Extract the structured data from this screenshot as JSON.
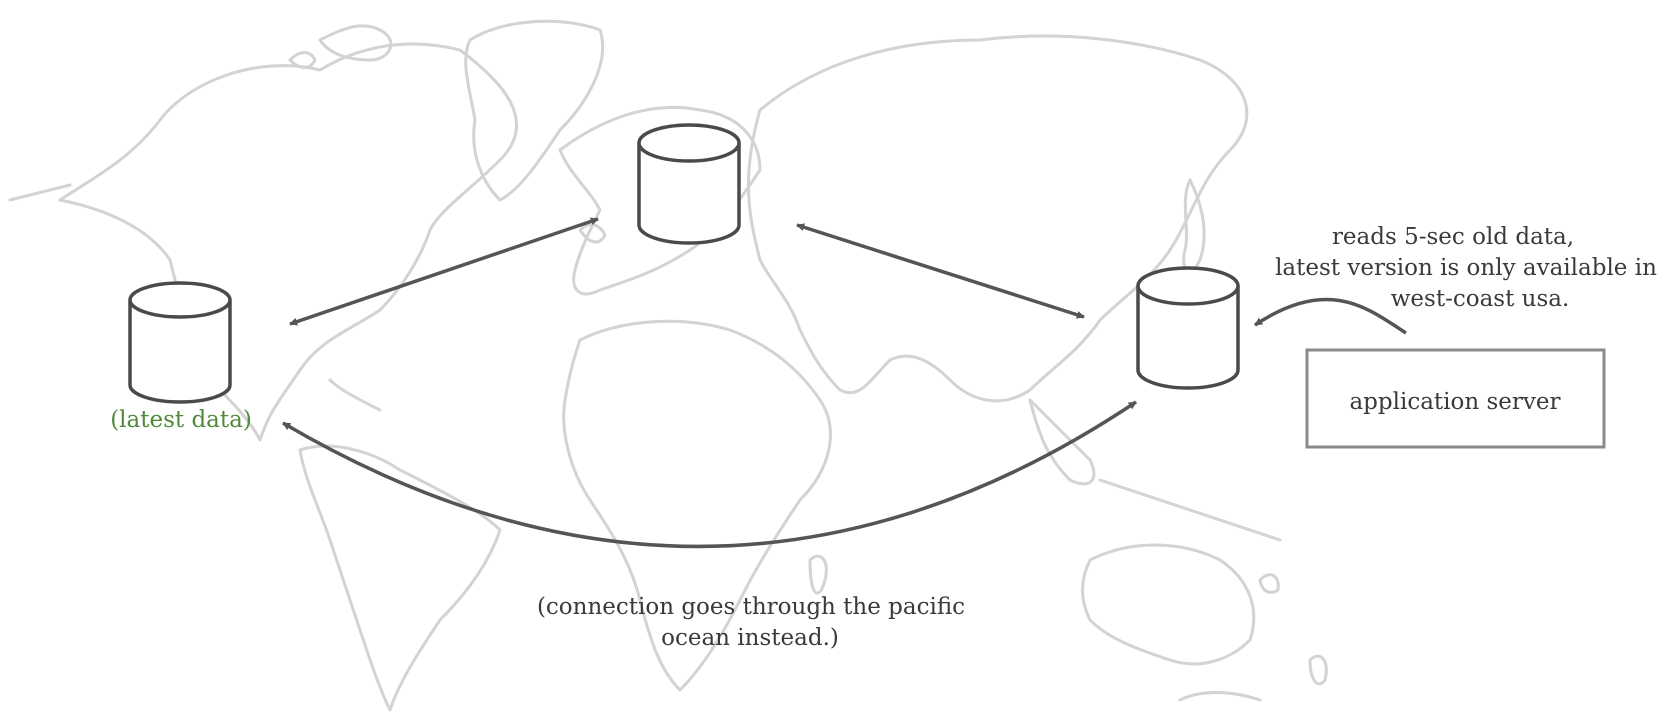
{
  "labels": {
    "latest_data": "(latest data)",
    "reads_note": [
      "reads 5-sec old data,",
      "latest version is only available in",
      "west-coast usa."
    ],
    "app_server": "application server",
    "pacific_note": [
      "(connection goes through the pacific",
      "ocean instead.)"
    ]
  },
  "colors": {
    "map_outline": "#d3d3d3",
    "database_stroke": "#4a4a4a",
    "arrow_stroke": "#555555",
    "highlight_text": "#4e8a3a",
    "server_box_stroke": "#8a8a8a"
  },
  "icons": {
    "database": "database-cylinder-icon",
    "background": "world-map-outline"
  }
}
